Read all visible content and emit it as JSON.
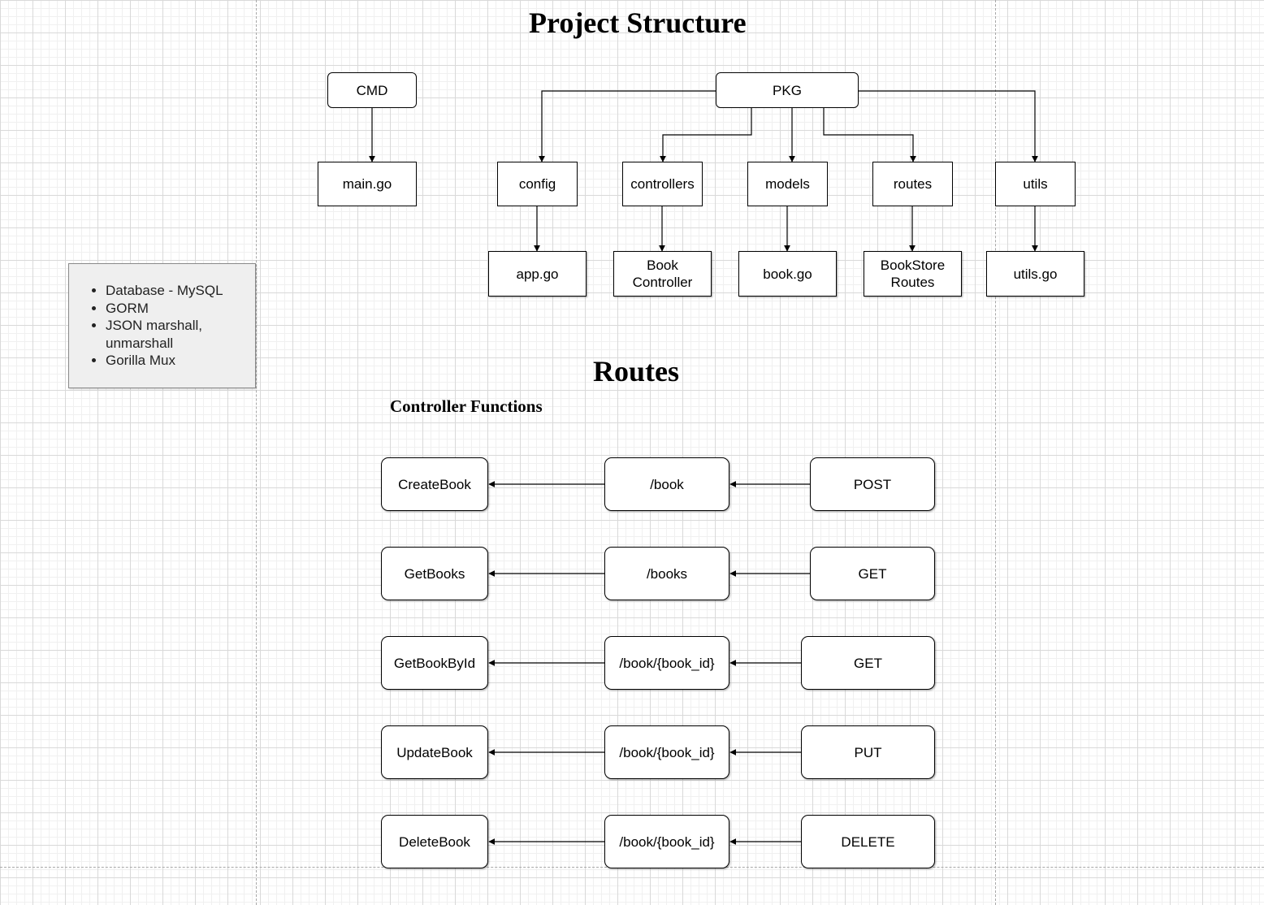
{
  "title": "Project Structure",
  "cmd": {
    "label": "CMD",
    "file": "main.go"
  },
  "pkg": {
    "label": "PKG",
    "folders": [
      {
        "label": "config",
        "file": "app.go"
      },
      {
        "label": "controllers",
        "file": "Book\nController"
      },
      {
        "label": "models",
        "file": "book.go"
      },
      {
        "label": "routes",
        "file": "BookStore\nRoutes"
      },
      {
        "label": "utils",
        "file": "utils.go"
      }
    ]
  },
  "notes": [
    "Database - MySQL",
    "GORM",
    "JSON marshall, unmarshall",
    "Gorilla Mux"
  ],
  "routes_title": "Routes",
  "controller_title": "Controller Functions",
  "routes": [
    {
      "function": "CreateBook",
      "path": "/book",
      "method": "POST"
    },
    {
      "function": "GetBooks",
      "path": "/books",
      "method": "GET"
    },
    {
      "function": "GetBookById",
      "path": "/book/{book_id}",
      "method": "GET"
    },
    {
      "function": "UpdateBook",
      "path": "/book/{book_id}",
      "method": "PUT"
    },
    {
      "function": "DeleteBook",
      "path": "/book/{book_id}",
      "method": "DELETE"
    }
  ]
}
